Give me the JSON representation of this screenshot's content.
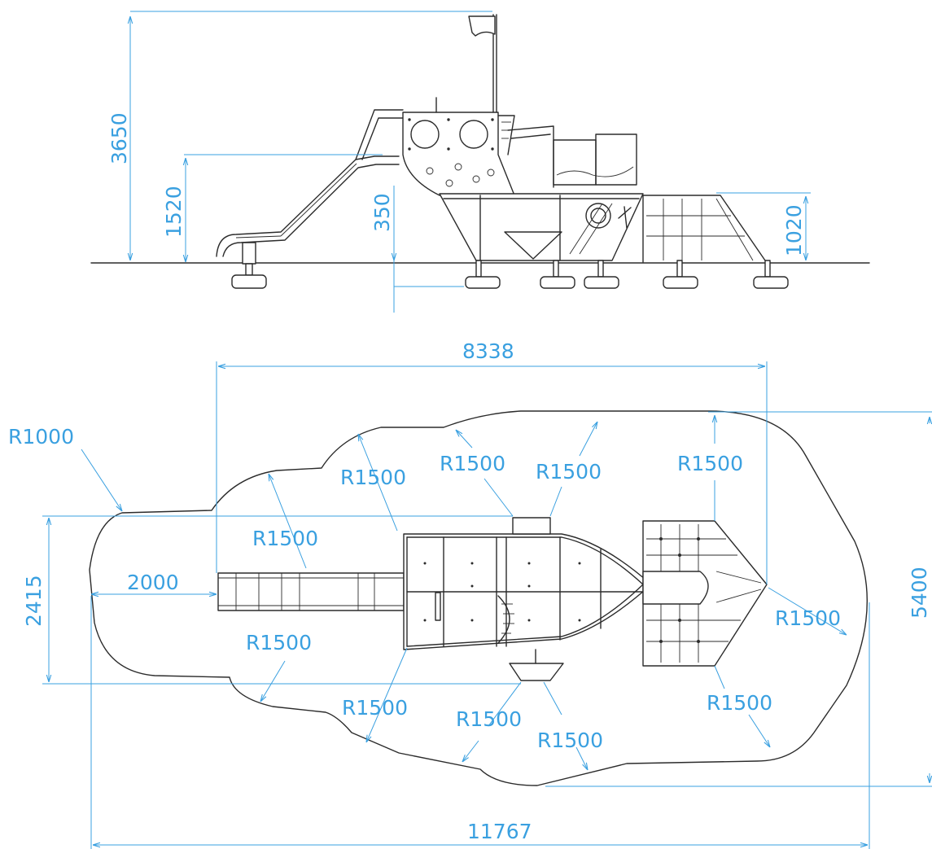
{
  "colors": {
    "dimension": "#3aa0e0",
    "line": "#2b2b2b",
    "background": "#ffffff"
  },
  "elevation": {
    "height_total": "3650",
    "height_slide": "1520",
    "depth_foundation": "350",
    "height_net": "1020"
  },
  "plan": {
    "width_equipment": "8338",
    "depth_equipment": "2415",
    "slide_run": "2000",
    "width_safety_area": "11767",
    "depth_safety_area": "5400",
    "radius_small": "R1000",
    "radius_large": "R1500"
  }
}
